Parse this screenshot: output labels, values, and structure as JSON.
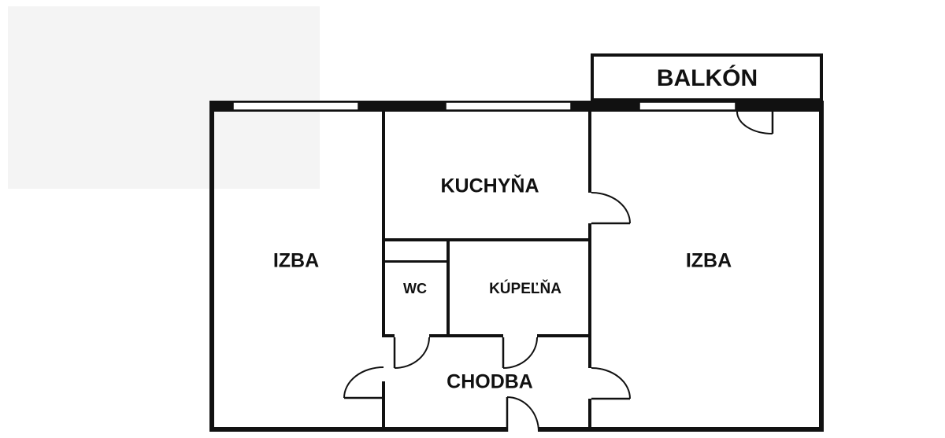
{
  "floor_plan": {
    "rooms": {
      "balcony": "BALKÓN",
      "kitchen": "KUCHYŇA",
      "room_left": "IZBA",
      "room_right": "IZBA",
      "wc": "WC",
      "bathroom": "KÚPEĽŇA",
      "hallway": "CHODBA"
    },
    "colors": {
      "wall": "#111111",
      "background": "#ffffff"
    }
  }
}
